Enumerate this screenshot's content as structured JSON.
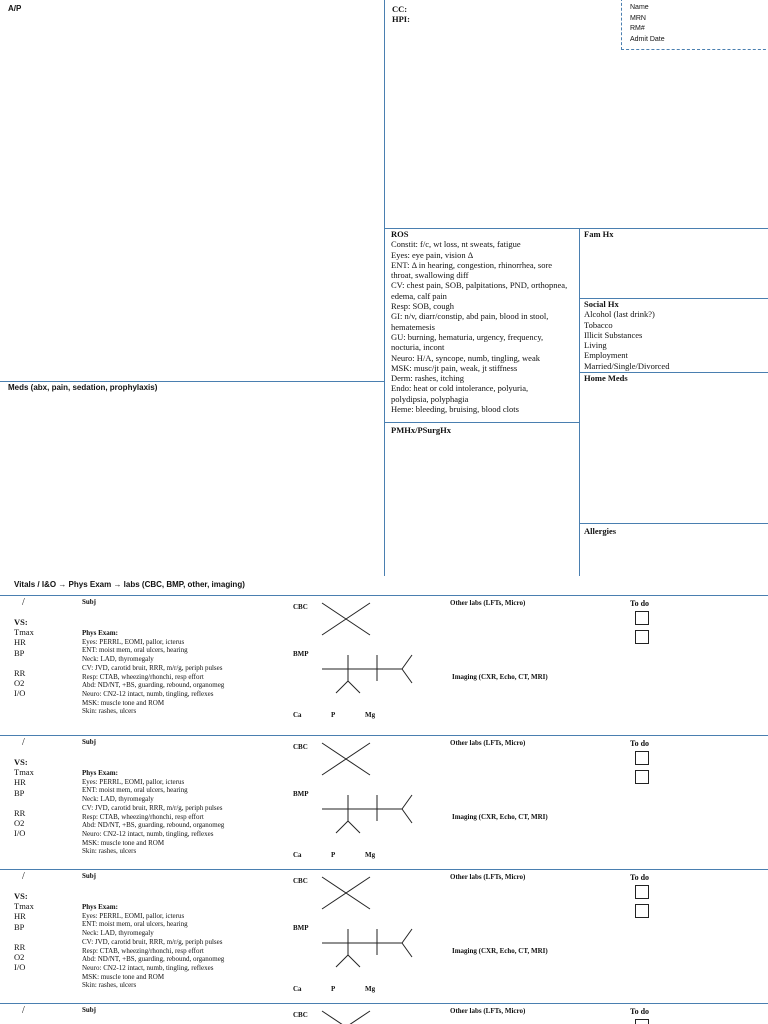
{
  "header": {
    "ap_label": "A/P",
    "cc_label": "CC:",
    "hpi_label": "HPI:",
    "patient_fields": [
      "Name",
      "MRN",
      "RM#",
      "Admit Date"
    ]
  },
  "ros": {
    "title": "ROS",
    "lines": [
      "Constit: f/c, wt loss, nt sweats, fatigue",
      "Eyes: eye pain, vision Δ",
      "ENT: Δ in hearing, congestion, rhinorrhea, sore",
      "throat, swallowing diff",
      "CV: chest pain, SOB, palpitations, PND, orthopnea,",
      "edema, calf pain",
      "Resp: SOB, cough",
      "GI: n/v, diarr/constip, abd pain, blood in stool,",
      "hematemesis",
      "GU: burning, hematuria, urgency, frequency,",
      "nocturia, incont",
      "Neuro: H/A, syncope, numb, tingling, weak",
      "MSK: musc/jt pain, weak,  jt stiffness",
      "Derm: rashes, itching",
      "Endo: heat or cold intolerance, polyuria,",
      "polydipsia, polyphagia",
      "Heme: bleeding, bruising, blood clots"
    ]
  },
  "fam_hx": {
    "title": "Fam Hx"
  },
  "social_hx": {
    "title": "Social Hx",
    "items": [
      "Alcohol (last drink?)",
      "Tobacco",
      "Illicit Substances",
      "Living",
      "Employment",
      "Married/Single/Divorced"
    ]
  },
  "home_meds": {
    "title": "Home Meds"
  },
  "allergies": {
    "title": "Allergies"
  },
  "pmhx": {
    "title": "PMHx/PSurgHx"
  },
  "meds": {
    "title": "Meds (abx, pain, sedation, prophylaxis)"
  },
  "flow_label": "Vitals / I&O → Phys Exam → labs (CBC, BMP, other, imaging)",
  "daily": {
    "date_slash": "/",
    "subj": "Subj",
    "vs_labels": [
      "VS:",
      "Tmax",
      "HR",
      "BP",
      "",
      "RR",
      "O2",
      "I/O"
    ],
    "phys_exam_title": "Phys Exam:",
    "phys_exam_lines": [
      "Eyes: PERRL, EOMI, pallor, icterus",
      "ENT: moist mem, oral ulcers, hearing",
      "Neck: LAD, thyromegaly",
      "CV: JVD, carotid bruit, RRR, m/r/g, periph pulses",
      "Resp: CTAB, wheezing/rhonchi, resp effort",
      "Abd: ND/NT, +BS, guarding, rebound, organomeg",
      "Neuro: CN2-12 intact, numb, tingling, reflexes",
      "MSK: muscle tone and ROM",
      "Skin: rashes, ulcers"
    ],
    "cbc": "CBC",
    "bmp": "BMP",
    "ca": "Ca",
    "p": "P",
    "mg": "Mg",
    "other_labs": "Other labs (LFTs, Micro)",
    "imaging": "Imaging (CXR, Echo, CT, MRI)",
    "todo": "To do"
  }
}
